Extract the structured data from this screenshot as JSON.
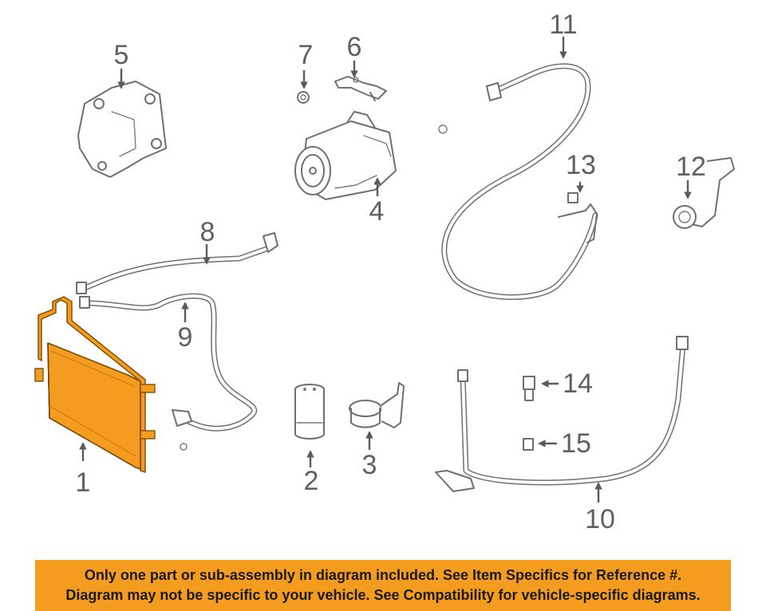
{
  "diagram": {
    "callouts": {
      "c1": "1",
      "c2": "2",
      "c3": "3",
      "c4": "4",
      "c5": "5",
      "c6": "6",
      "c7": "7",
      "c8": "8",
      "c9": "9",
      "c10": "10",
      "c11": "11",
      "c12": "12",
      "c13": "13",
      "c14": "14",
      "c15": "15"
    },
    "highlight_color": "#f39c1f",
    "line_color": "#6f6f6f"
  },
  "footer": {
    "line1": "Only one part or sub-assembly in diagram included. See Item Specifics for Reference #.",
    "line2": "Diagram may not be specific to your vehicle. See Compatibility for vehicle-specific diagrams.",
    "background_color": "#f39c1f"
  }
}
